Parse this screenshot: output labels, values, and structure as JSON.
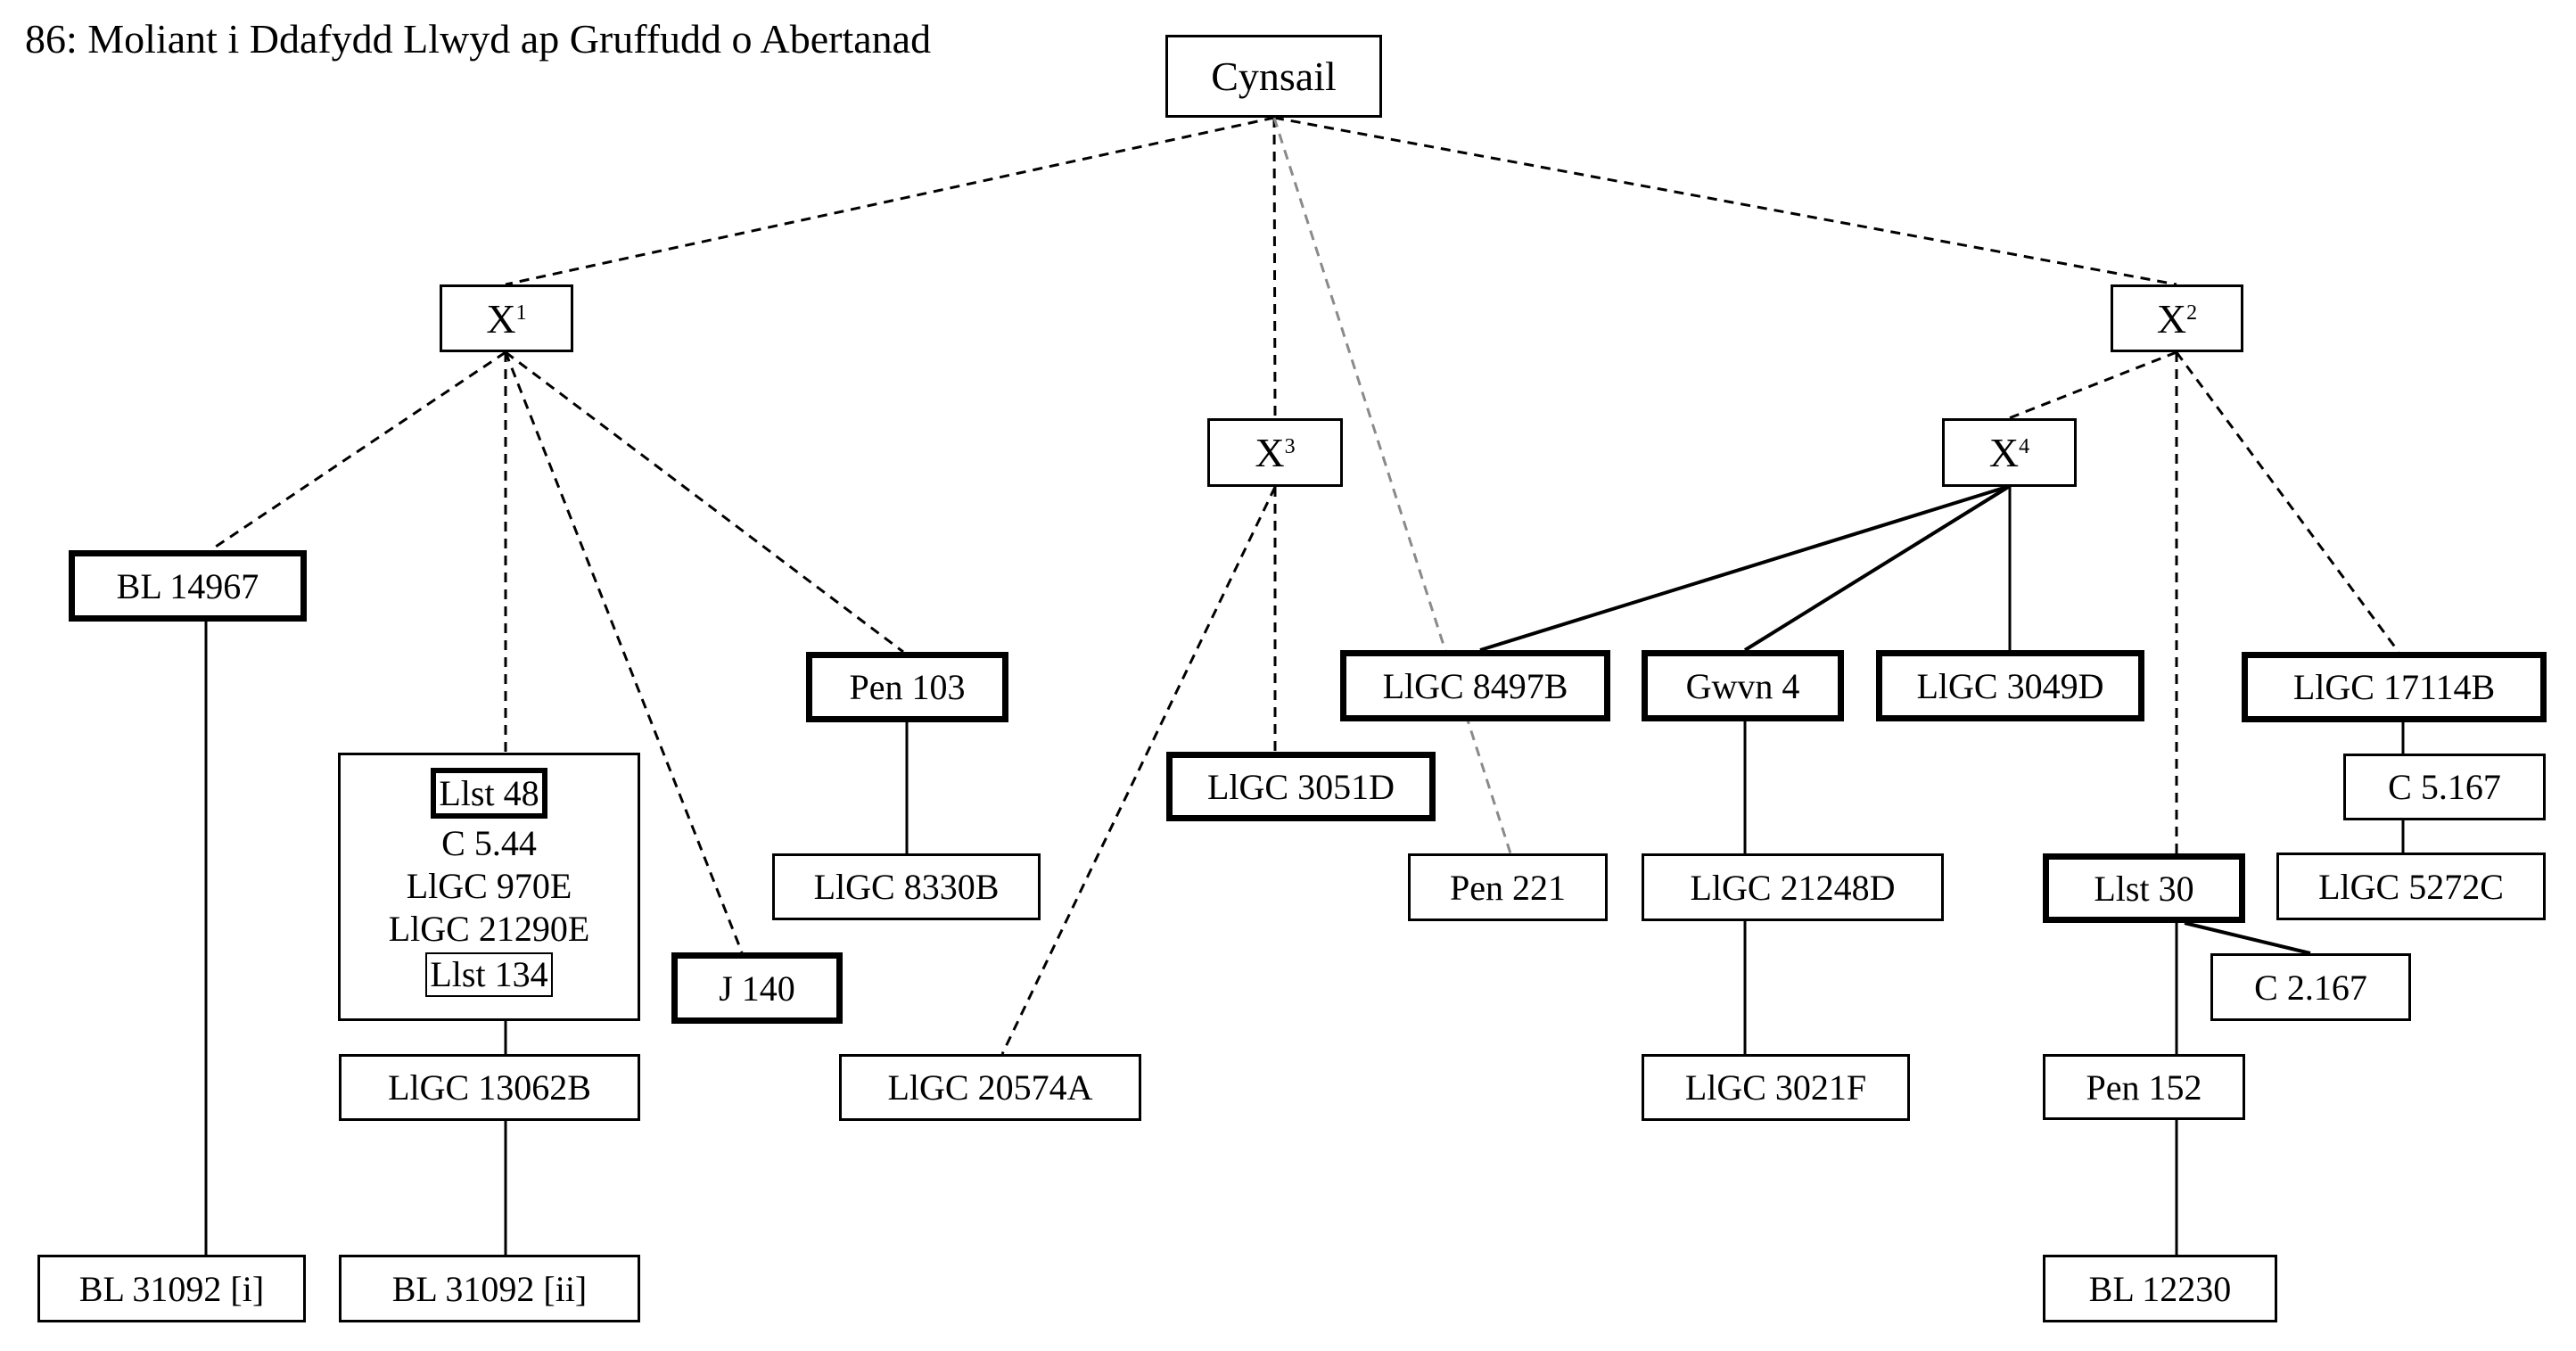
{
  "title": "86: Moliant i Ddafydd Llwyd ap Gruffudd o Abertanad",
  "nodes": {
    "cynsail": {
      "label": "Cynsail"
    },
    "x1": {
      "label": "X",
      "sup": "1"
    },
    "x2": {
      "label": "X",
      "sup": "2"
    },
    "x3": {
      "label": "X",
      "sup": "3"
    },
    "x4": {
      "label": "X",
      "sup": "4"
    },
    "bl14967": {
      "label": "BL 14967",
      "emphasis": "bold-border"
    },
    "pen103": {
      "label": "Pen 103",
      "emphasis": "bold-border"
    },
    "llgc8330b": {
      "label": "LlGC 8330B"
    },
    "j140": {
      "label": "J 140",
      "emphasis": "bold-border"
    },
    "llgc13062b": {
      "label": "LlGC 13062B"
    },
    "bl31092i": {
      "label": "BL 31092 [i]"
    },
    "bl31092ii": {
      "label": "BL 31092 [ii]"
    },
    "llgc3051d": {
      "label": "LlGC 3051D",
      "emphasis": "bold-border"
    },
    "llgc20574a": {
      "label": "LlGC 20574A"
    },
    "llgc8497b": {
      "label": "LlGC 8497B",
      "emphasis": "bold-border"
    },
    "gwvn4": {
      "label": "Gwvn 4",
      "emphasis": "bold-border"
    },
    "llgc3049d": {
      "label": "LlGC 3049D",
      "emphasis": "bold-border"
    },
    "pen221": {
      "label": "Pen 221"
    },
    "llgc21248d": {
      "label": "LlGC 21248D"
    },
    "llgc3021f": {
      "label": "LlGC 3021F"
    },
    "llgc17114b": {
      "label": "LlGC 17114B",
      "emphasis": "bold-border"
    },
    "c5167": {
      "label": "C 5.167"
    },
    "llgc5272c": {
      "label": "LlGC 5272C"
    },
    "llst30": {
      "label": "Llst 30",
      "emphasis": "bold-border"
    },
    "c2167": {
      "label": "C 2.167"
    },
    "pen152": {
      "label": "Pen 152"
    },
    "bl12230": {
      "label": "BL 12230"
    }
  },
  "group": {
    "items": [
      {
        "label": "Llst 48",
        "emphasis": "bold-border"
      },
      {
        "label": "C 5.44"
      },
      {
        "label": "LlGC 970E"
      },
      {
        "label": "LlGC 21290E"
      },
      {
        "label": "Llst 134",
        "emphasis": "thin-border"
      }
    ]
  },
  "edges": [
    {
      "from": "cynsail",
      "to": "x1",
      "style": "dashed"
    },
    {
      "from": "cynsail",
      "to": "x3",
      "style": "dashed"
    },
    {
      "from": "cynsail",
      "to": "x2",
      "style": "dashed"
    },
    {
      "from": "cynsail",
      "to": "pen221",
      "style": "dashed-grey"
    },
    {
      "from": "x1",
      "to": "bl14967",
      "style": "dashed"
    },
    {
      "from": "x1",
      "to": "group",
      "style": "dashed"
    },
    {
      "from": "x1",
      "to": "j140",
      "style": "dashed"
    },
    {
      "from": "x1",
      "to": "pen103",
      "style": "dashed"
    },
    {
      "from": "x3",
      "to": "llgc3051d",
      "style": "dashed"
    },
    {
      "from": "x3",
      "to": "llgc20574a",
      "style": "dashed"
    },
    {
      "from": "x2",
      "to": "x4",
      "style": "dashed"
    },
    {
      "from": "x2",
      "to": "llst30",
      "style": "dashed"
    },
    {
      "from": "x2",
      "to": "llgc17114b",
      "style": "dashed"
    },
    {
      "from": "x4",
      "to": "llgc8497b",
      "style": "solid"
    },
    {
      "from": "x4",
      "to": "gwvn4",
      "style": "solid"
    },
    {
      "from": "x4",
      "to": "llgc3049d",
      "style": "solid"
    },
    {
      "from": "bl14967",
      "to": "bl31092i",
      "style": "solid"
    },
    {
      "from": "group",
      "to": "llgc13062b",
      "style": "solid"
    },
    {
      "from": "llgc13062b",
      "to": "bl31092ii",
      "style": "solid"
    },
    {
      "from": "pen103",
      "to": "llgc8330b",
      "style": "solid"
    },
    {
      "from": "gwvn4",
      "to": "llgc21248d",
      "style": "solid"
    },
    {
      "from": "llgc21248d",
      "to": "llgc3021f",
      "style": "solid"
    },
    {
      "from": "llgc17114b",
      "to": "c5167",
      "style": "solid"
    },
    {
      "from": "c5167",
      "to": "llgc5272c",
      "style": "solid"
    },
    {
      "from": "llst30",
      "to": "c2167",
      "style": "solid"
    },
    {
      "from": "llst30",
      "to": "pen152",
      "style": "solid"
    },
    {
      "from": "pen152",
      "to": "bl12230",
      "style": "solid"
    }
  ],
  "colors": {
    "line": "#000000",
    "grey_line": "#8a8a8a",
    "background": "#ffffff"
  }
}
